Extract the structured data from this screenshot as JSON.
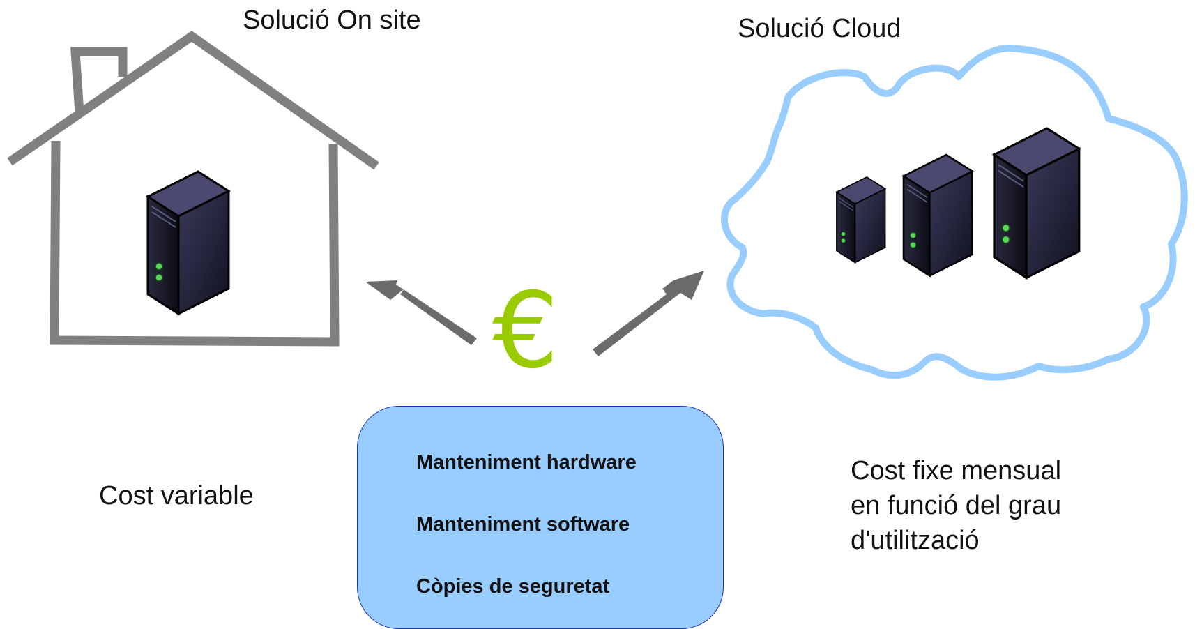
{
  "onsite": {
    "title": "Solució On site"
  },
  "cloud": {
    "title": "Solució Cloud"
  },
  "costs": {
    "variable": "Cost variable",
    "fixed_lines": [
      "Cost fixe mensual",
      "en funció del grau",
      "d'utilització"
    ]
  },
  "services": [
    "Manteniment hardware",
    "Manteniment software",
    "Còpies de seguretat"
  ],
  "icons": {
    "house": "house-outline-icon",
    "cloud": "cloud-outline-icon",
    "server": "server-tower-icon",
    "arrow": "arrow-icon",
    "euro": "euro-icon"
  },
  "euro_symbol": "€",
  "colors": {
    "house_stroke": "#808080",
    "cloud_stroke": "#99ccff",
    "arrow": "#6b6b6b",
    "euro": "#99cc00",
    "box_fill": "#99ccff",
    "box_border": "#1c33c6",
    "server_body": "#1c1c2e",
    "server_led": "#58d858"
  }
}
